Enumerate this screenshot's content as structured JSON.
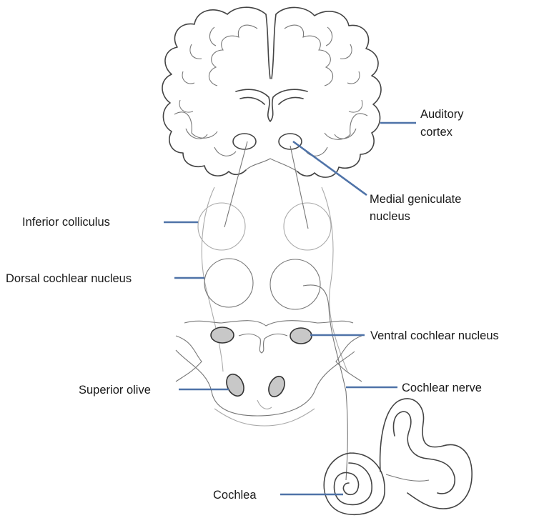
{
  "labels": {
    "auditory_cortex_line1": "Auditory",
    "auditory_cortex_line2": "cortex",
    "medial_geniculate_line1": "Medial geniculate",
    "medial_geniculate_line2": "nucleus",
    "inferior_colliculus": "Inferior colliculus",
    "dorsal_cochlear_nucleus": "Dorsal cochlear nucleus",
    "ventral_cochlear_nucleus": "Ventral cochlear nucleus",
    "superior_olive": "Superior olive",
    "cochlear_nerve": "Cochlear nerve",
    "cochlea": "Cochlea"
  },
  "colors": {
    "leader_line": "#4f73a8",
    "outline": "#444444",
    "nucleus_fill": "#c8c8c8",
    "text": "#1a1a1a"
  }
}
